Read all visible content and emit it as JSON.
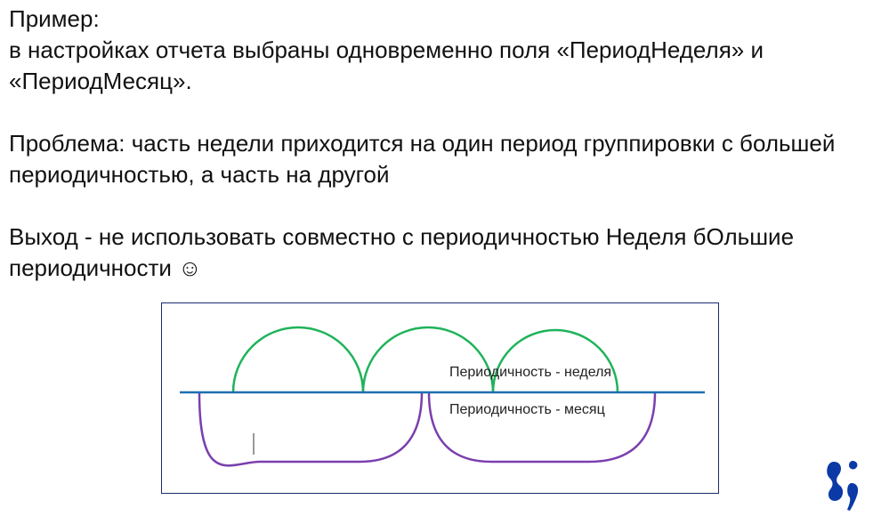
{
  "text": {
    "example_heading": "Пример:",
    "example_line1": "в настройках отчета выбраны одновременно поля «ПериодНеделя» и",
    "example_line2": "«ПериодМесяц».",
    "problem_line1": "Проблема: часть недели приходится на один период группировки с большей",
    "problem_line2": "периодичностью, а часть на другой",
    "solution_line1": "Выход - не использовать совместно с периодичностью Неделя бОльшие",
    "solution_line2": "периодичности ☺"
  },
  "diagram": {
    "label_week": "Периодичность - неделя",
    "label_month": "Периодичность - месяц"
  },
  "colors": {
    "week_arcs": "#1fb35a",
    "month_arcs": "#7a3fae",
    "axis_line": "#1f6fb0",
    "frame": "#1b2a6e",
    "logo": "#0b3aa6"
  }
}
